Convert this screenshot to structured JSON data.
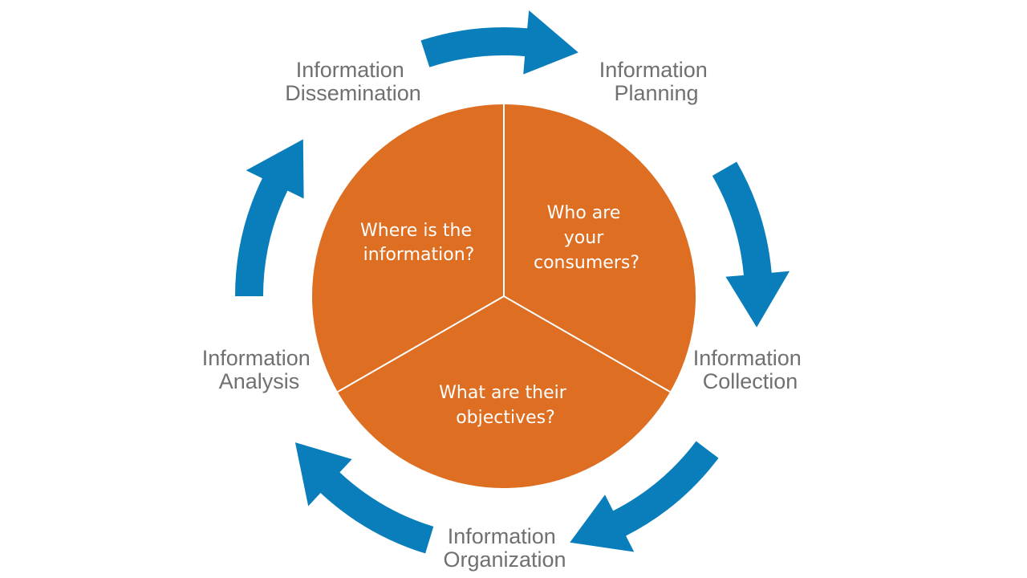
{
  "colors": {
    "arrow": "#0A7EBB",
    "pie": "#DD6E22",
    "pie_divider": "#ffffff",
    "label": "#707070",
    "pie_text": "#ffffff"
  },
  "cycle": {
    "stages": [
      {
        "id": "dissemination",
        "lines": [
          "Information",
          "Dissemination"
        ]
      },
      {
        "id": "planning",
        "lines": [
          "Information",
          "Planning"
        ]
      },
      {
        "id": "collection",
        "lines": [
          "Information",
          "Collection"
        ]
      },
      {
        "id": "organization",
        "lines": [
          "Information",
          "Organization"
        ]
      },
      {
        "id": "analysis",
        "lines": [
          "Information",
          "Analysis"
        ]
      }
    ]
  },
  "pie": {
    "segments": [
      {
        "id": "consumers",
        "lines": [
          "Who are",
          "your",
          "consumers?"
        ]
      },
      {
        "id": "objectives",
        "lines": [
          "What are their",
          "objectives?"
        ]
      },
      {
        "id": "where",
        "lines": [
          "Where is the",
          "information?"
        ]
      }
    ]
  }
}
